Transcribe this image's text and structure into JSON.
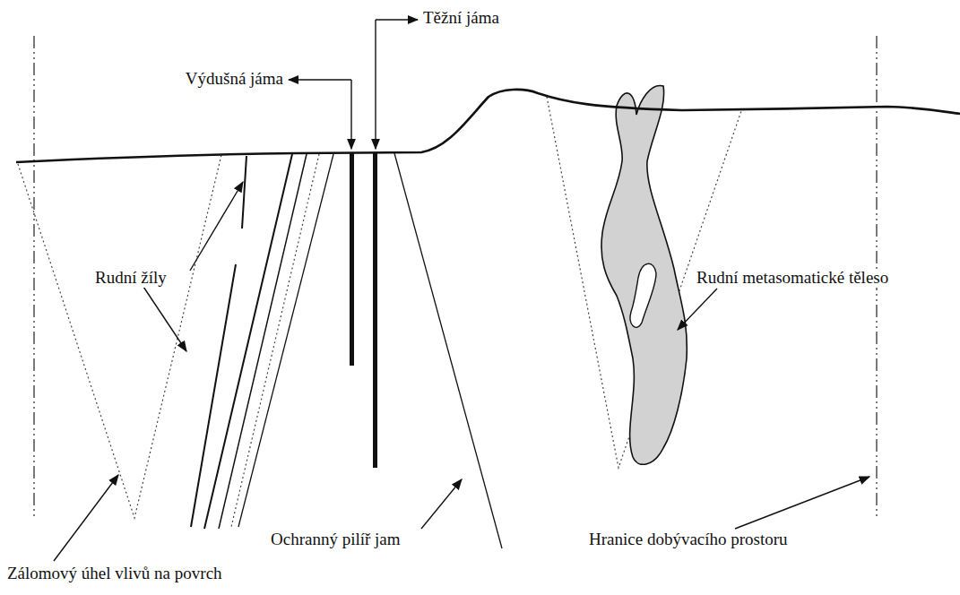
{
  "diagram": {
    "labels": [
      "Výdušná jáma",
      "Těžní jáma",
      "Rudní žíly",
      "Rudní metasomatické těleso",
      "Ochranný pilíř jam",
      "Hranice dobývacího prostoru",
      "Zálomový úhel vlivů na povrch"
    ]
  }
}
